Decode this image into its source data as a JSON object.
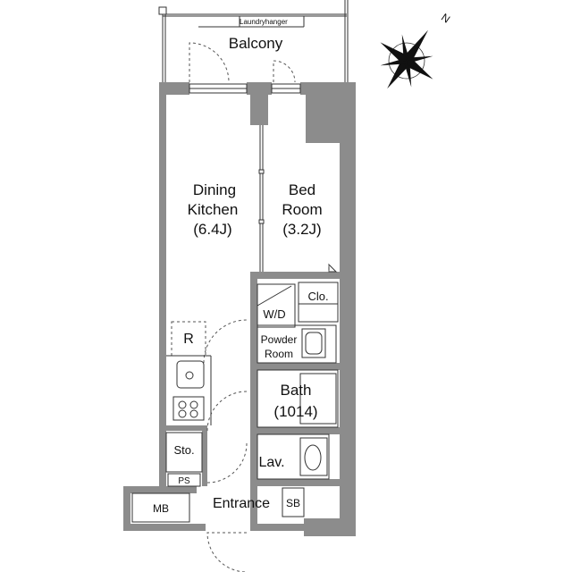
{
  "rooms": {
    "balcony": "Balcony",
    "laundry": "Laundryhanger",
    "dining_line1": "Dining",
    "dining_line2": "Kitchen",
    "dining_size": "(6.4J)",
    "bed_line1": "Bed",
    "bed_line2": "Room",
    "bed_size": "(3.2J)",
    "closet": "Clo.",
    "washer": "W/D",
    "powder_line1": "Powder",
    "powder_line2": "Room",
    "bath_line1": "Bath",
    "bath_size": "(1014)",
    "fridge": "R",
    "storage": "Sto.",
    "pipe_space": "PS",
    "lavatory": "Lav.",
    "meter_box": "MB",
    "entrance": "Entrance",
    "shoe_box": "SB"
  },
  "compass": {
    "north_label": "N",
    "icon": "compass-rose-icon"
  },
  "colors": {
    "wall": "#8c8c8c",
    "line": "#333333",
    "background": "#ffffff"
  }
}
